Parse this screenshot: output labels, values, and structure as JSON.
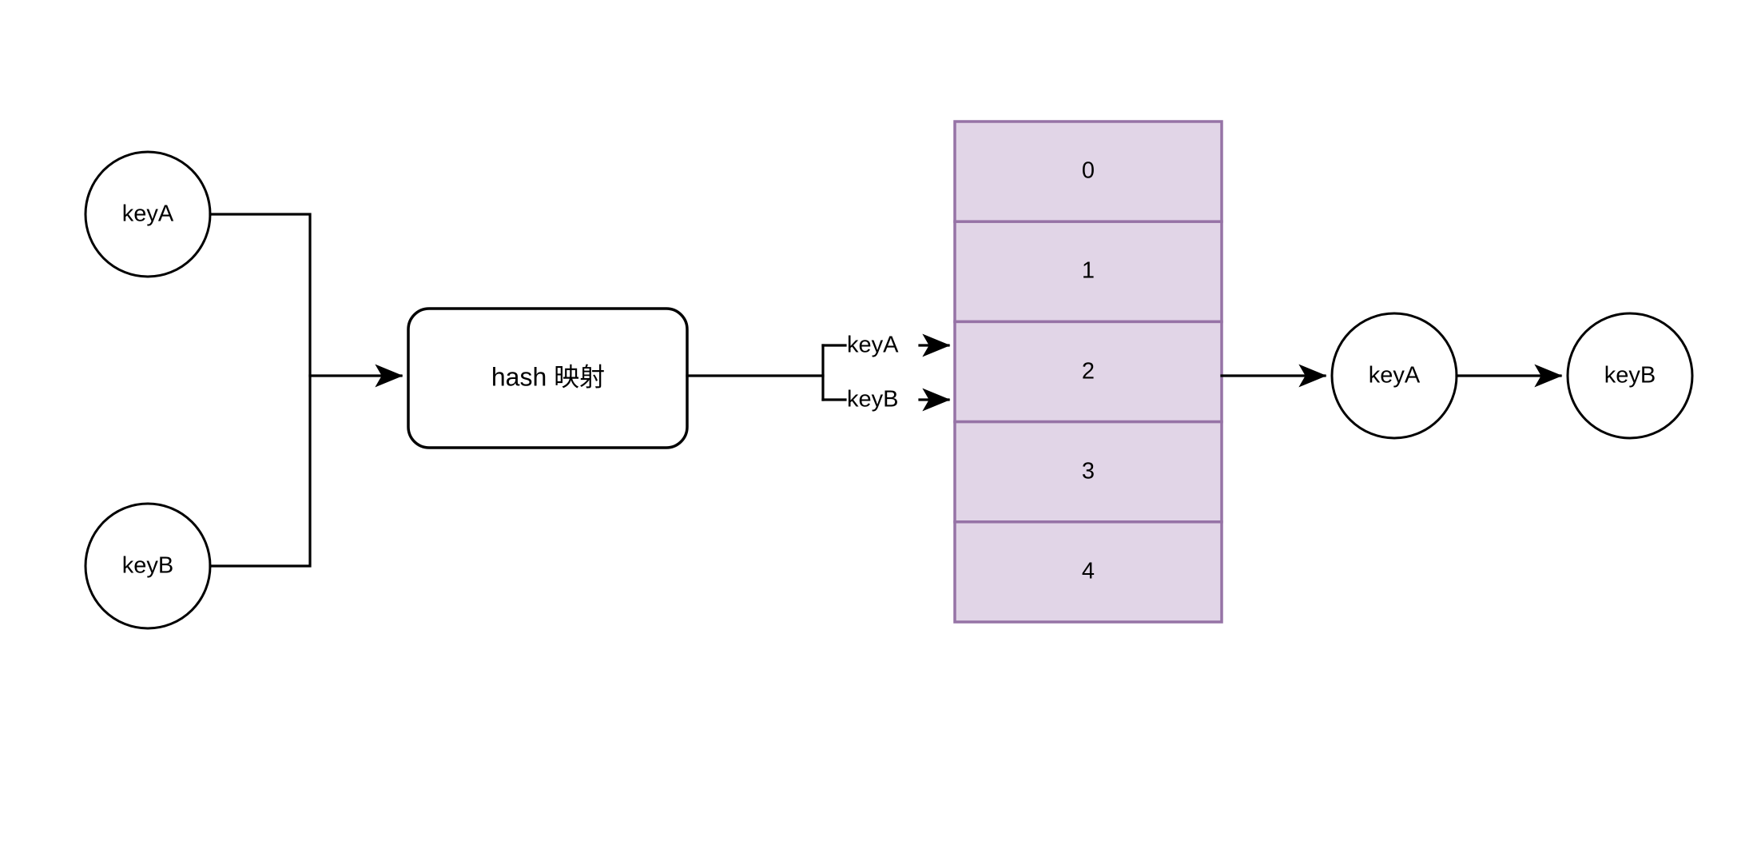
{
  "diagram": {
    "title": "hash mapping to bucket array",
    "background_color": "#ffffff",
    "stroke_color": "#000000",
    "bucket_fill_color": "#e1d5e7",
    "bucket_stroke_color": "#9673a6"
  },
  "input_nodes": [
    {
      "id": "in-keya",
      "label": "keyA"
    },
    {
      "id": "in-keyb",
      "label": "keyB"
    }
  ],
  "process": {
    "label": "hash 映射"
  },
  "branch_labels": [
    {
      "id": "branch-keya",
      "label": "keyA"
    },
    {
      "id": "branch-keyb",
      "label": "keyB"
    }
  ],
  "bucket_array": {
    "cells": [
      {
        "index": "0"
      },
      {
        "index": "1"
      },
      {
        "index": "2"
      },
      {
        "index": "3"
      },
      {
        "index": "4"
      }
    ],
    "collision_index": "2"
  },
  "chain_nodes": [
    {
      "id": "chain-keya",
      "label": "keyA"
    },
    {
      "id": "chain-keyb",
      "label": "keyB"
    }
  ]
}
